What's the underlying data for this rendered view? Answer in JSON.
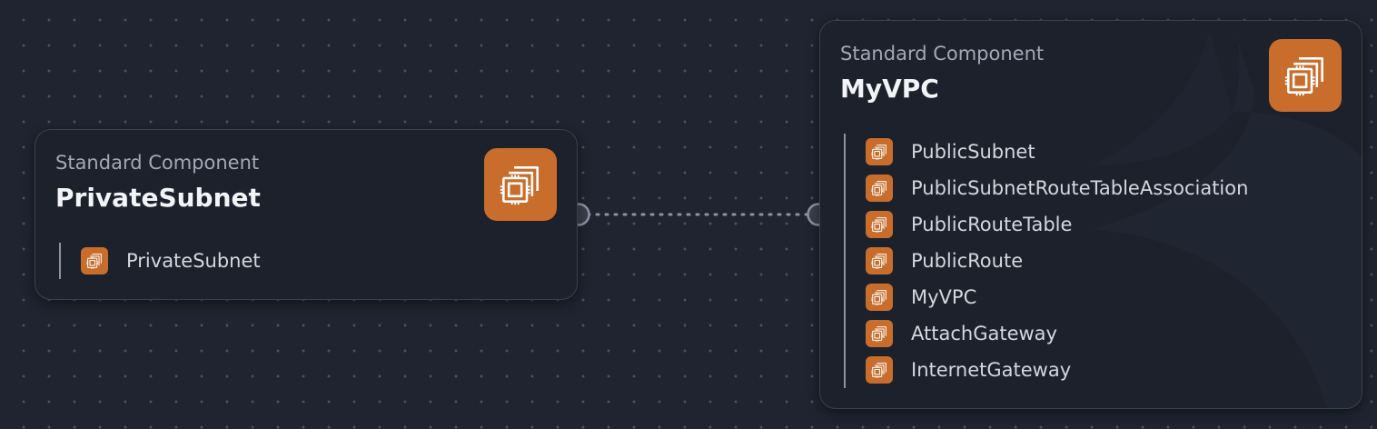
{
  "nodes": {
    "private_subnet": {
      "subtitle": "Standard Component",
      "title": "PrivateSubnet",
      "icon": "ec2-instance-icon",
      "resources": [
        {
          "label": "PrivateSubnet",
          "icon": "ec2-instance-icon"
        }
      ]
    },
    "my_vpc": {
      "subtitle": "Standard Component",
      "title": "MyVPC",
      "icon": "ec2-instance-icon",
      "resources": [
        {
          "label": "PublicSubnet",
          "icon": "ec2-instance-icon"
        },
        {
          "label": "PublicSubnetRouteTableAssociation",
          "icon": "ec2-instance-icon"
        },
        {
          "label": "PublicRouteTable",
          "icon": "ec2-instance-icon"
        },
        {
          "label": "PublicRoute",
          "icon": "ec2-instance-icon"
        },
        {
          "label": "MyVPC",
          "icon": "ec2-instance-icon"
        },
        {
          "label": "AttachGateway",
          "icon": "ec2-instance-icon"
        },
        {
          "label": "InternetGateway",
          "icon": "ec2-instance-icon"
        }
      ]
    }
  },
  "colors": {
    "canvas_background": "#1f2430",
    "node_background": "#1c212c",
    "icon_orange": "#c86d2c",
    "title_text": "#f2f4f7",
    "subtitle_text": "#a2a9b6"
  }
}
